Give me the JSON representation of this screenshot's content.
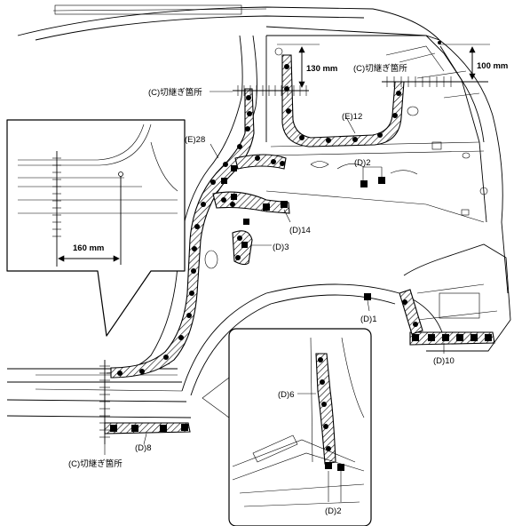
{
  "labels": {
    "cut_top_left": "(C)切継ぎ箇所",
    "cut_top_right": "(C)切継ぎ箇所",
    "cut_bottom": "(C)切継ぎ箇所",
    "weld_e28": "(E)28",
    "weld_e12": "(E)12",
    "weld_d2_upper": "(D)2",
    "weld_d14": "(D)14",
    "weld_d3": "(D)3",
    "weld_d1": "(D)1",
    "weld_d10": "(D)10",
    "weld_d8": "(D)8",
    "weld_d6": "(D)6",
    "weld_d2_inset": "(D)2"
  },
  "dimensions": {
    "dim_130": "130 mm",
    "dim_100": "100 mm",
    "dim_160": "160 mm"
  },
  "colors": {
    "ink": "#000000",
    "paper": "#ffffff"
  }
}
